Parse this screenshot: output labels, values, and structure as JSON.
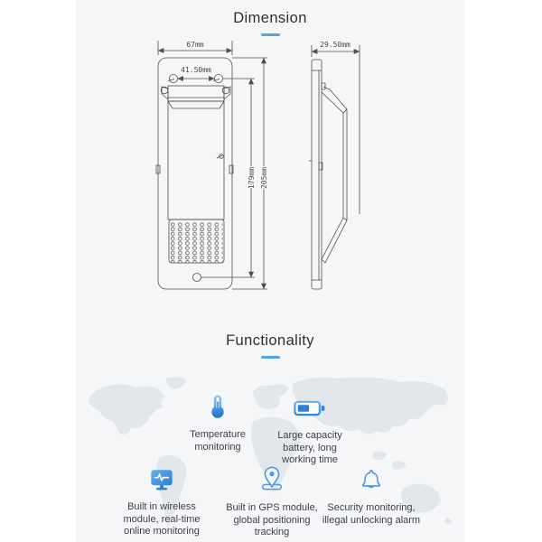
{
  "dimension": {
    "title": "Dimension",
    "labels": {
      "front_width": "67mm",
      "hole_spacing": "41.50mm",
      "inner_height": "179mm",
      "total_height": "205mm",
      "side_depth": "29.50mm"
    }
  },
  "functionality": {
    "title": "Functionality",
    "features": [
      {
        "icon": "thermometer-icon",
        "label": "Temperature monitoring"
      },
      {
        "icon": "battery-icon",
        "label": "Large capacity battery, long working time"
      },
      {
        "icon": "monitor-pulse-icon",
        "label": "Built in wireless module, real-time online monitoring"
      },
      {
        "icon": "gps-pin-icon",
        "label": "Built in GPS module, global positioning tracking"
      },
      {
        "icon": "bell-icon",
        "label": "Security monitoring, illegal unlocking alarm"
      }
    ]
  },
  "colors": {
    "accent": "#57a5df",
    "icon_blue": "#3286da",
    "drawing_line": "#4f4f4f",
    "map_fill": "#e3e7eb",
    "panel_background": "#f5f6f8",
    "text": "#3d4045"
  }
}
